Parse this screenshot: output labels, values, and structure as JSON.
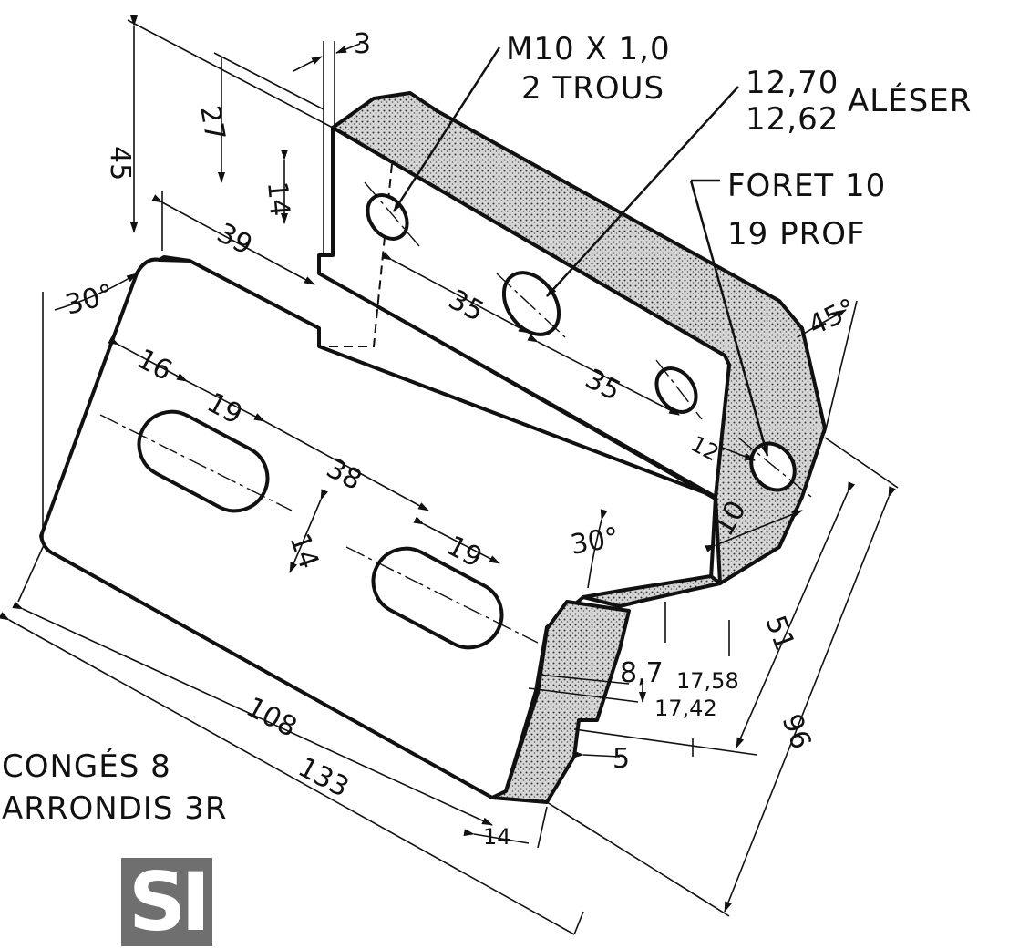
{
  "notes": {
    "tap_line1": "M10 X 1,0",
    "tap_line2": "2 TROUS",
    "ream_upper": "12,70",
    "ream_lower": "12,62",
    "ream_label": "ALÉSER",
    "drill_line1": "FORET 10",
    "drill_line2": "19 PROF",
    "fillets_line1": "CONGÉS 8",
    "fillets_line2": "ARRONDIS 3R"
  },
  "dimensions": {
    "d45": "45",
    "d27": "27",
    "d3": "3",
    "d14_top": "14",
    "d39": "39",
    "d35_a": "35",
    "d35_b": "35",
    "d30_left": "30°",
    "d16": "16",
    "d19_a": "19",
    "d38": "38",
    "d14_slot": "14",
    "d19_b": "19",
    "d30_mid": "30°",
    "d45deg": "45°",
    "d12": "12",
    "d10": "10",
    "d51": "51",
    "d8_7": "8,7",
    "d17_58": "17,58",
    "d17_42": "17,42",
    "d96": "96",
    "d5": "5",
    "d108": "108",
    "d133": "133",
    "d14_bottom": "14"
  },
  "logo": {
    "text": "SI",
    "color": "#6f6f6f"
  }
}
